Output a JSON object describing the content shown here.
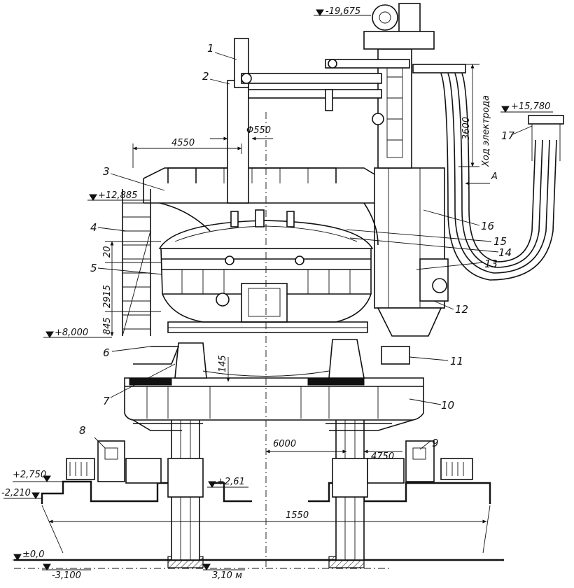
{
  "callouts": [
    "1",
    "2",
    "3",
    "4",
    "5",
    "6",
    "7",
    "8",
    "9",
    "10",
    "11",
    "12",
    "13",
    "14",
    "15",
    "16",
    "17"
  ],
  "dimensions": {
    "d4550": "4550",
    "d550": "Φ550",
    "d3600": "3600",
    "stroke_label": "Ход электрода",
    "d20": "20",
    "d2915": "2915",
    "d845": "845",
    "d145": "145",
    "d6000": "6000",
    "d4750": "4750",
    "d1550": "1550",
    "arrowA": "A"
  },
  "elevations": {
    "e19675": "-19,675",
    "e15780": "+15,780",
    "e12885": "+12,885",
    "e8000": "+8,000",
    "e2750": "+2,750",
    "e2210": "-2,210",
    "e261": "+2,61",
    "e00": "±0,0",
    "e3100": "-3,100",
    "e310m": "3,10 м"
  }
}
